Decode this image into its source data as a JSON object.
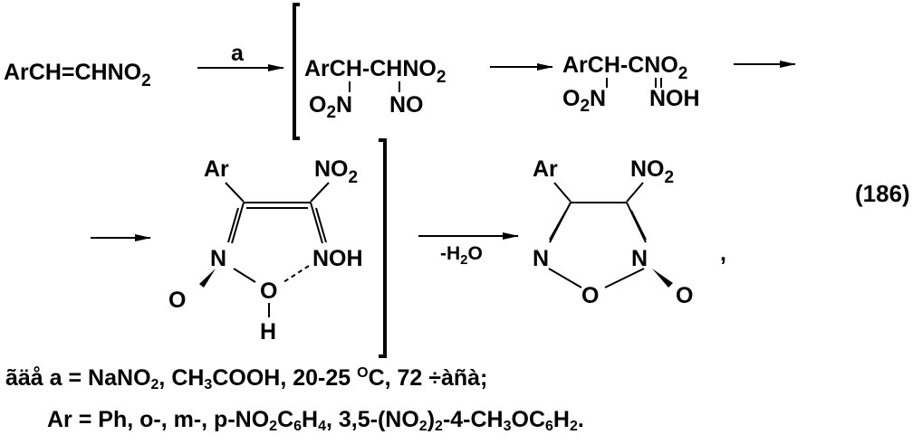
{
  "scheme_number": "(186)",
  "arrow_reagent": "a",
  "dehydration": {
    "minus": "-H",
    "sub": "2",
    "rest": "O"
  },
  "reactant": {
    "text": "ArCH=CHNO",
    "sub": "2"
  },
  "intermediate1": {
    "top": "ArCH-CHNO",
    "top_sub": "2",
    "left_sub_O": "O",
    "left_sub_2": "2",
    "left_sub_N": "N",
    "right_sub": "NO"
  },
  "intermediate2": {
    "top": "ArCH-CNO",
    "top_sub": "2",
    "left_sub_O": "O",
    "left_sub_2": "2",
    "left_sub_N": "N",
    "right_sub": "NOH"
  },
  "ring1": {
    "ar": "Ar",
    "no2": "NO",
    "no2_sub": "2",
    "n_left": "N",
    "noh": "NOH",
    "o_ring": "O",
    "o_exo": "O",
    "h": "H"
  },
  "ring2": {
    "ar": "Ar",
    "no2": "NO",
    "no2_sub": "2",
    "n_left": "N",
    "n_right": "N",
    "o_ring": "O",
    "o_exo": "O"
  },
  "comma": ",",
  "conditions": {
    "line1": {
      "p0": "ãäå  a = NaNO",
      "s1": "2",
      "p1": ", CH",
      "s2": "3",
      "p2": "COOH, 20-25 ",
      "sup": "O",
      "p3": "C, 72 ÷àñà;"
    },
    "line2": {
      "p0": "Ar = Ph, o-, m-, p-NO",
      "s1": "2",
      "p1": "C",
      "s2": "6",
      "p2": "H",
      "s3": "4",
      "p3": ", 3,5-(NO",
      "s4": "2",
      "p4": ")",
      "s5": "2",
      "p5": "-4-CH",
      "s6": "3",
      "p6": "OC",
      "s7": "6",
      "p7": "H",
      "s8": "2",
      "p8": "."
    }
  }
}
